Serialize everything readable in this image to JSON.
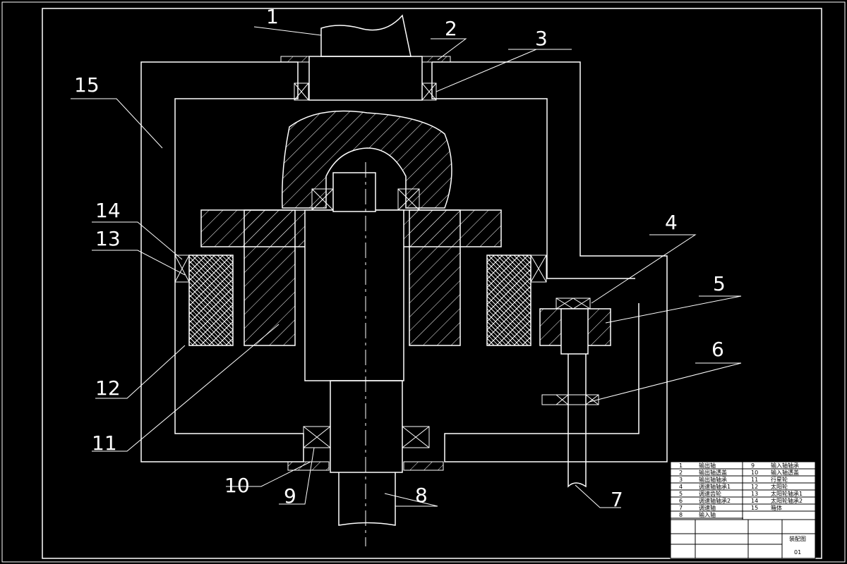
{
  "drawing": {
    "callouts": [
      "1",
      "2",
      "3",
      "4",
      "5",
      "6",
      "7",
      "8",
      "9",
      "10",
      "11",
      "12",
      "13",
      "14",
      "15"
    ],
    "parts_list": [
      {
        "no": "1",
        "name": "输出轴"
      },
      {
        "no": "2",
        "name": "输出轴透盖"
      },
      {
        "no": "3",
        "name": "输出轴轴承"
      },
      {
        "no": "4",
        "name": "调速轴轴承1"
      },
      {
        "no": "5",
        "name": "调速齿轮"
      },
      {
        "no": "6",
        "name": "调速轴轴承2"
      },
      {
        "no": "7",
        "name": "调速轴"
      },
      {
        "no": "8",
        "name": "输入轴"
      },
      {
        "no": "9",
        "name": "输入轴轴承"
      },
      {
        "no": "10",
        "name": "输入轴透盖"
      },
      {
        "no": "11",
        "name": "行星轮"
      },
      {
        "no": "12",
        "name": "太阳轮"
      },
      {
        "no": "13",
        "name": "太阳轮轴承1"
      },
      {
        "no": "14",
        "name": "太阳轮轴承2"
      },
      {
        "no": "15",
        "name": "箱体"
      }
    ],
    "title_block": {
      "title": "装配图",
      "sheet": "01"
    }
  }
}
